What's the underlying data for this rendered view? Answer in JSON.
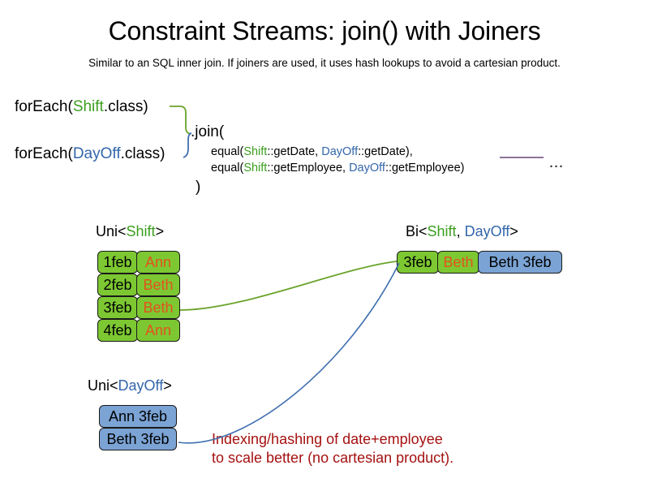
{
  "header": {
    "title": "Constraint Streams: join() with Joiners",
    "subtitle": "Similar to an SQL inner join. If joiners are used, it uses hash lookups to avoid a cartesian product."
  },
  "code": {
    "foreach_shift": {
      "prefix": "forEach(",
      "type": "Shift",
      "suffix": ".class)"
    },
    "foreach_dayoff": {
      "prefix": "forEach(",
      "type": "DayOff",
      "suffix": ".class)"
    },
    "join_open": ".join(",
    "join_close": ")",
    "joiners": [
      {
        "prefix": "equal(",
        "left_type": "Shift",
        "left_method": "::getDate, ",
        "right_type": "DayOff",
        "right_method": "::getDate),"
      },
      {
        "prefix": "equal(",
        "left_type": "Shift",
        "left_method": "::getEmployee, ",
        "right_type": "DayOff",
        "right_method": "::getEmployee)"
      }
    ],
    "ellipsis": "…"
  },
  "streams": {
    "uni_shift": {
      "label_prefix": "Uni<",
      "label_type": "Shift",
      "label_suffix": ">",
      "rows": [
        {
          "date": "1feb",
          "name": "Ann"
        },
        {
          "date": "2feb",
          "name": "Beth"
        },
        {
          "date": "3feb",
          "name": "Beth"
        },
        {
          "date": "4feb",
          "name": "Ann"
        }
      ]
    },
    "uni_dayoff": {
      "label_prefix": "Uni<",
      "label_type": "DayOff",
      "label_suffix": ">",
      "rows": [
        {
          "pair": "Ann 3feb"
        },
        {
          "pair": "Beth 3feb"
        }
      ]
    },
    "bi": {
      "label_prefix": "Bi<",
      "label_type_a": "Shift",
      "label_separator": ", ",
      "label_type_b": "DayOff",
      "label_suffix": ">",
      "row": {
        "date": "3feb",
        "name": "Beth",
        "pair": "Beth 3feb"
      }
    }
  },
  "annotation": {
    "line1": "Indexing/hashing of date+employee",
    "line2": "to scale better (no cartesian product)."
  },
  "colors": {
    "shift_green": "#3C9E1E",
    "dayoff_blue": "#3366AA",
    "box_green": "#7DC832",
    "box_blue": "#7BA3D4",
    "name_orange": "#E2521D",
    "annotation_red": "#A51111",
    "connector_green": "#6AA32A",
    "connector_blue": "#3F6FAF",
    "purple_line": "#7B5E8C"
  }
}
